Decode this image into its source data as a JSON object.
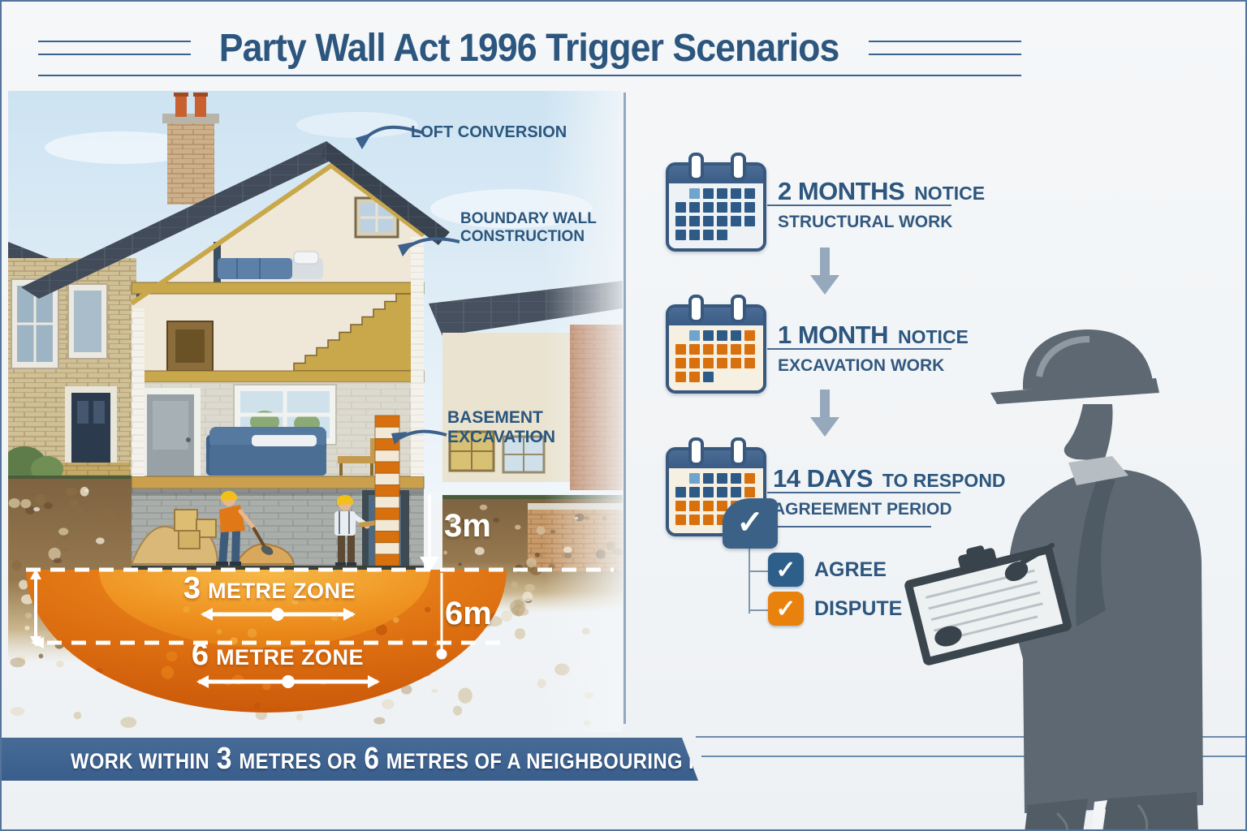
{
  "title": "Party Wall Act 1996 Trigger Scenarios",
  "house": {
    "loft_label": "LOFT CONVERSION",
    "boundary_label_line1": "BOUNDARY WALL",
    "boundary_label_line2": "CONSTRUCTION",
    "basement_label_line1": "BASEMENT",
    "basement_label_line2": "EXCAVATION"
  },
  "zones": {
    "zone3_num": "3",
    "zone3_text": "METRE ZONE",
    "zone6_num": "6",
    "zone6_text": "METRE ZONE",
    "depth3": "3m",
    "depth6": "6m"
  },
  "timeline": [
    {
      "strong": "2 MONTHS",
      "rest": "NOTICE",
      "subtitle": "STRUCTURAL WORK"
    },
    {
      "strong": "1 MONTH",
      "rest": "NOTICE",
      "subtitle": "EXCAVATION WORK"
    },
    {
      "strong": "14 DAYS",
      "rest": "TO RESPOND",
      "subtitle": "AGREEMENT PERIOD"
    }
  ],
  "decisions": [
    {
      "label": "AGREE",
      "color": "#2e5f8a"
    },
    {
      "label": "DISPUTE",
      "color": "#e8820c"
    }
  ],
  "checkmark": "✓",
  "banner": {
    "w1": "WORK WITHIN",
    "n1": "3",
    "w2": "METRES OR",
    "n2": "6",
    "w3": "METRES OF A NEIGHBOURING PROPERTY"
  },
  "calendars": [
    {
      "name": "calendar-2-months-icon",
      "rows": [
        ".LBBBB",
        "BBBBBB",
        "BBBBBB",
        "BBBB.."
      ]
    },
    {
      "name": "calendar-1-month-icon",
      "rows": [
        ".LBBBO",
        "OOOOOO",
        "OOOOOO",
        "OOB..."
      ]
    },
    {
      "name": "calendar-14-days-icon",
      "rows": [
        ".LBBBO",
        "BBBBBO",
        "OOOOO.",
        "OOOO.."
      ]
    }
  ],
  "colors": {
    "title_navy": "#2d567e",
    "accent_line": "#48688e",
    "calendar_blue": "#2e5a87",
    "calendar_light_blue": "#6fa4cf",
    "calendar_orange": "#d9700e",
    "arrow_gray": "#95a8bc",
    "agree_blue": "#2e5f8a",
    "dispute_orange": "#e8820c",
    "banner_blue": "#3e6390",
    "zone_outer_orange": "#d96410",
    "zone_inner_orange": "#ef9322"
  }
}
